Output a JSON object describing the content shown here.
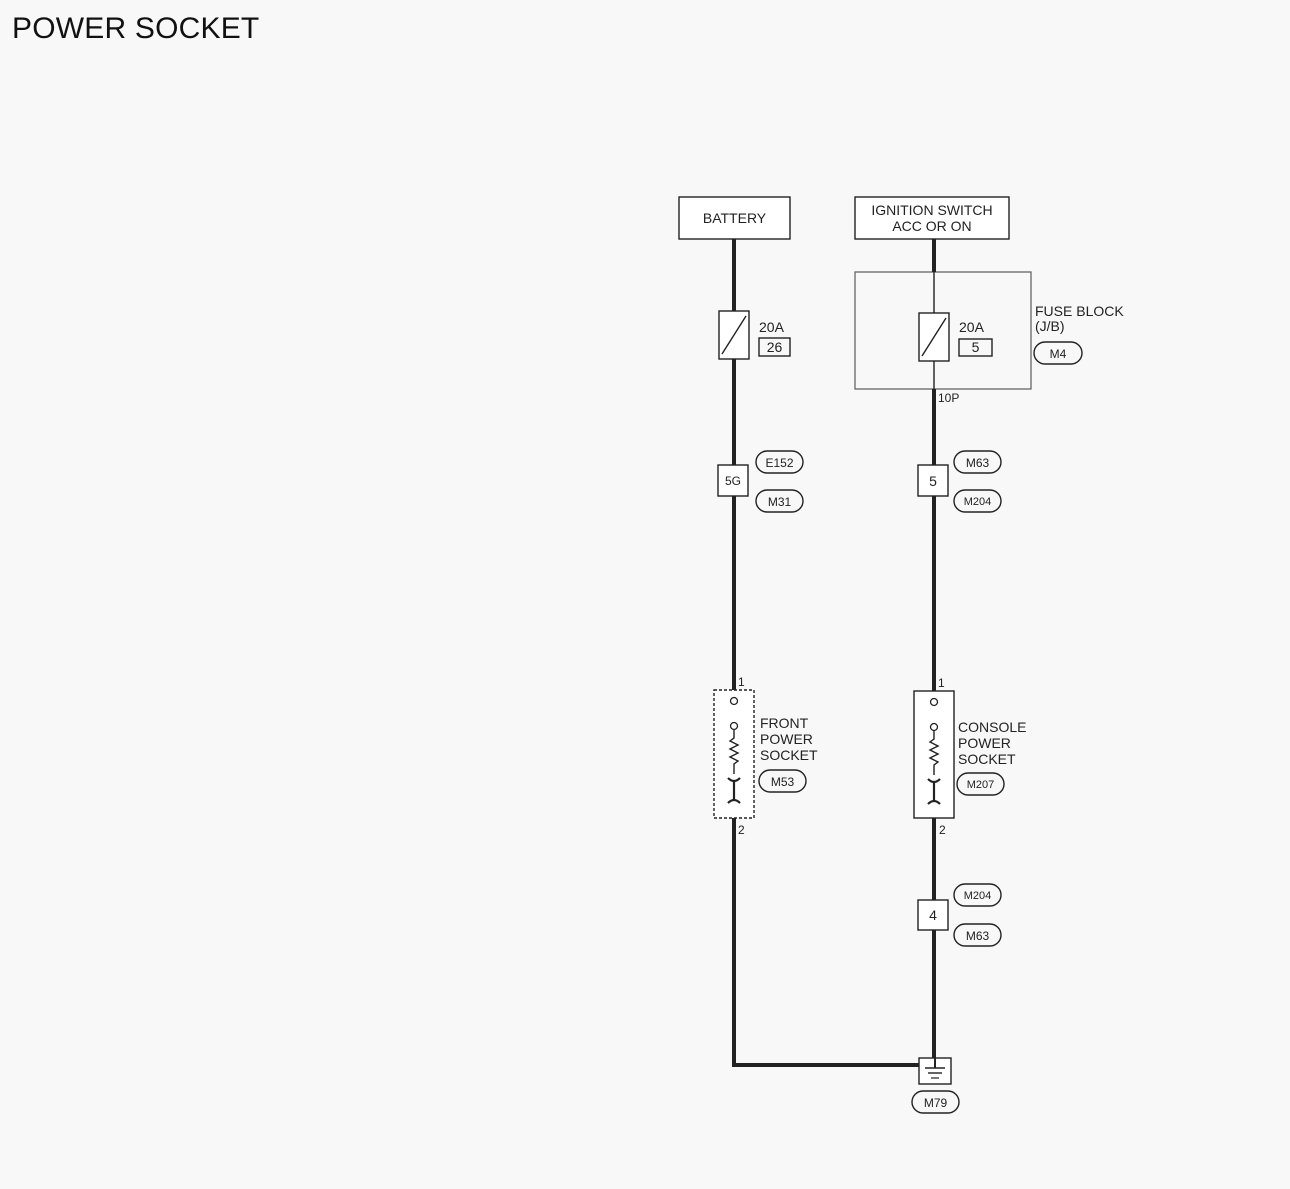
{
  "title": "POWER SOCKET",
  "battery": {
    "label": "BATTERY"
  },
  "ignition_switch": {
    "line1": "IGNITION SWITCH",
    "line2": "ACC OR ON"
  },
  "fuse_block": {
    "line1": "FUSE BLOCK",
    "line2": "(J/B)",
    "connector": "M4",
    "pin": "10P"
  },
  "fuse_left": {
    "rating": "20A",
    "number": "26"
  },
  "fuse_right": {
    "rating": "20A",
    "number": "5"
  },
  "junction_left": {
    "terminal": "5G",
    "connector_top": "E152",
    "connector_bottom": "M31"
  },
  "junction_right_upper": {
    "terminal": "5",
    "connector_top": "M63",
    "connector_bottom": "M204"
  },
  "junction_right_lower": {
    "terminal": "4",
    "connector_top": "M204",
    "connector_bottom": "M63"
  },
  "front_socket": {
    "line1": "FRONT",
    "line2": "POWER",
    "line3": "SOCKET",
    "connector": "M53",
    "pin_top": "1",
    "pin_bottom": "2"
  },
  "console_socket": {
    "line1": "CONSOLE",
    "line2": "POWER",
    "line3": "SOCKET",
    "connector": "M207",
    "pin_top": "1",
    "pin_bottom": "2"
  },
  "ground": {
    "connector": "M79"
  }
}
